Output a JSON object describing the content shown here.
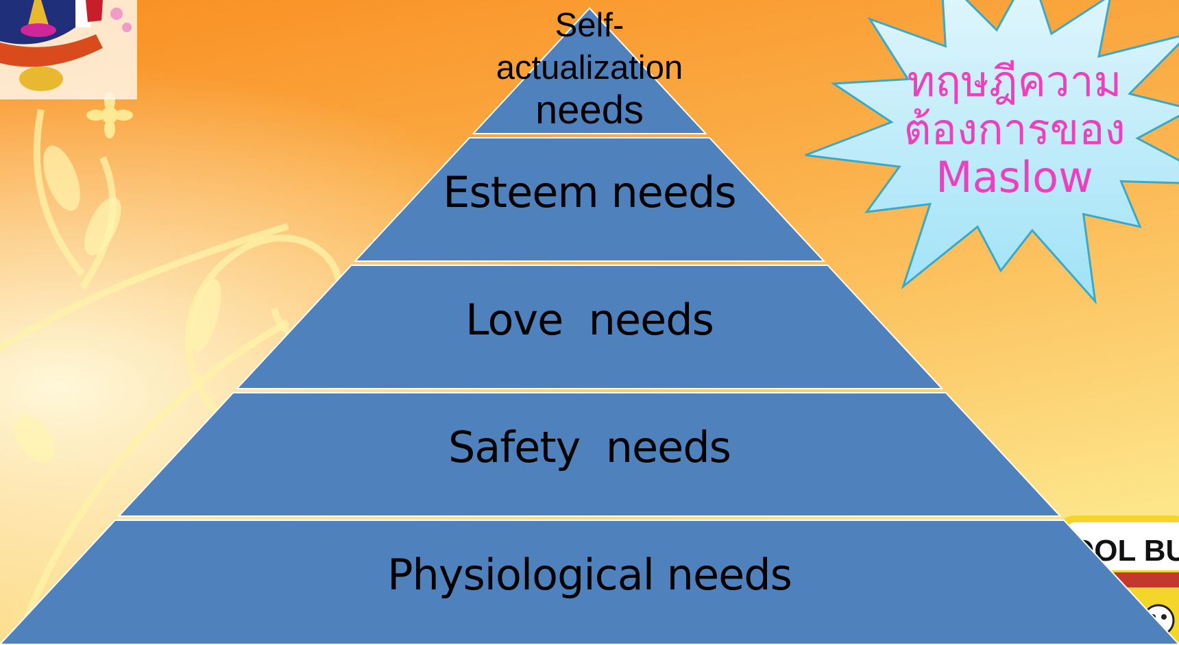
{
  "diagram": {
    "type": "pyramid",
    "levels": [
      {
        "label_lines": [
          "Self-",
          "actualization",
          "needs"
        ]
      },
      {
        "label": "Esteem needs"
      },
      {
        "label": "Love  needs"
      },
      {
        "label": "Safety  needs"
      },
      {
        "label": "Physiological needs"
      }
    ]
  },
  "callout": {
    "shape": "starburst",
    "lines": [
      "ทฤษฎีความ",
      "ต้องการของ",
      "Maslow"
    ]
  },
  "decorations": {
    "logo": "school-crest-logo",
    "bus": "school-bus-cartoon",
    "bus_sign_text": "OOL BUS"
  },
  "colors": {
    "background_top": "#f9a33c",
    "background_bottom": "#fde07a",
    "pyramid_fill": "#4f81bd",
    "pyramid_divider": "#ffffff",
    "star_fill": "#c7eefb",
    "star_stroke": "#3aa9c9",
    "callout_text": "#ee3fbf"
  }
}
